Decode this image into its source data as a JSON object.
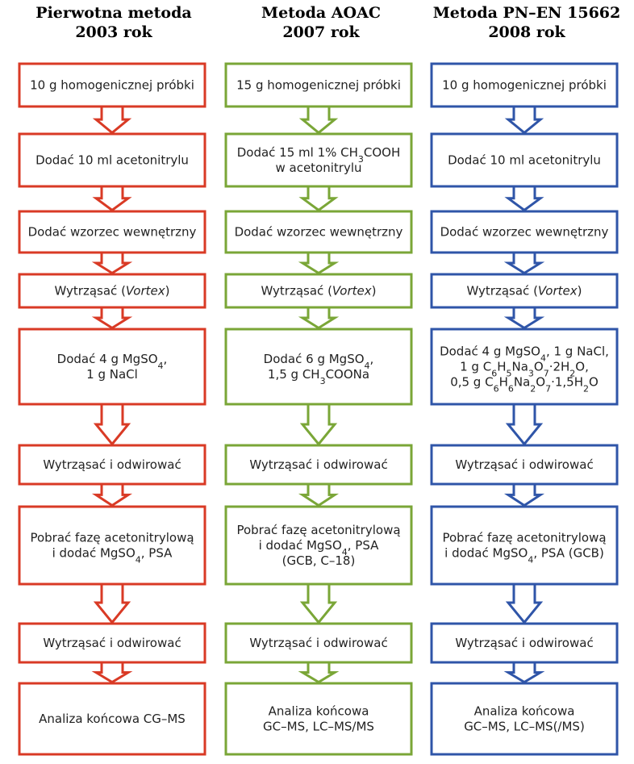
{
  "columns": [
    {
      "title": "Pierwotna metoda",
      "subtitle": "2003 rok",
      "color": "#d93a25",
      "steps": [
        [
          "10 g homogenicznej próbki"
        ],
        [
          "Dodać 10 ml acetonitrylu"
        ],
        [
          "Dodać wzorzec wewnętrzny"
        ],
        [
          "Wytrząsać (|Vortex|)"
        ],
        [
          "Dodać 4 g MgSO_4_,",
          "1 g NaCl"
        ],
        [
          "Wytrząsać i odwirować"
        ],
        [
          "Pobrać fazę acetonitrylową",
          "i dodać MgSO_4_, PSA"
        ],
        [
          "Wytrząsać i odwirować"
        ],
        [
          "Analiza końcowa CG–MS"
        ]
      ]
    },
    {
      "title": "Metoda AOAC",
      "subtitle": "2007 rok",
      "color": "#7aa637",
      "steps": [
        [
          "15 g homogenicznej próbki"
        ],
        [
          "Dodać 15 ml 1% CH_3_COOH",
          "w acetonitrylu"
        ],
        [
          "Dodać wzorzec wewnętrzny"
        ],
        [
          "Wytrząsać (|Vortex|)"
        ],
        [
          "Dodać 6 g MgSO_4_,",
          "1,5 g CH_3_COONa"
        ],
        [
          "Wytrząsać i odwirować"
        ],
        [
          "Pobrać fazę acetonitrylową",
          "i dodać MgSO_4_, PSA",
          "(GCB, C–18)"
        ],
        [
          "Wytrząsać i odwirować"
        ],
        [
          "Analiza końcowa",
          "GC–MS, LC–MS/MS"
        ]
      ]
    },
    {
      "title": "Metoda PN–EN 15662",
      "subtitle": "2008 rok",
      "color": "#2f55a8",
      "steps": [
        [
          "10 g homogenicznej próbki"
        ],
        [
          "Dodać 10 ml acetonitrylu"
        ],
        [
          "Dodać wzorzec wewnętrzny"
        ],
        [
          "Wytrząsać (|Vortex|)"
        ],
        [
          "Dodać 4 g MgSO_4_, 1 g NaCl,",
          "1 g C_6_H_5_Na_3_O_7_·2H_2_O,",
          "0,5 g C_6_H_6_Na_2_O_7_·1,5H_2_O"
        ],
        [
          "Wytrząsać i odwirować"
        ],
        [
          "Pobrać fazę acetonitrylową",
          "i dodać MgSO_4_, PSA (GCB)"
        ],
        [
          "Wytrząsać i odwirować"
        ],
        [
          "Analiza końcowa",
          "GC–MS, LC–MS(/MS)"
        ]
      ]
    }
  ]
}
